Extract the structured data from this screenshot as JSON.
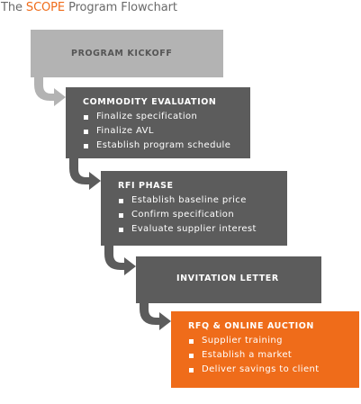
{
  "header": {
    "title_prefix": "The ",
    "title_accent": "SCOPE",
    "title_suffix": " Program Flowchart"
  },
  "steps": [
    {
      "title": "PROGRAM KICKOFF",
      "items": []
    },
    {
      "title": "COMMODITY EVALUATION",
      "items": [
        "Finalize specification",
        "Finalize AVL",
        "Establish program schedule"
      ]
    },
    {
      "title": "RFI PHASE",
      "items": [
        "Establish baseline price",
        "Confirm specification",
        "Evaluate supplier interest"
      ]
    },
    {
      "title": "INVITATION LETTER",
      "items": []
    },
    {
      "title": "RFQ & ONLINE AUCTION",
      "items": [
        "Supplier training",
        "Establish a market",
        "Deliver savings to client"
      ]
    }
  ],
  "colors": {
    "accent": "#ef6c1a",
    "kickoff_box": "#b3b3b3",
    "step_box": "#5c5c5c",
    "title_text": "#6a6a6a"
  }
}
